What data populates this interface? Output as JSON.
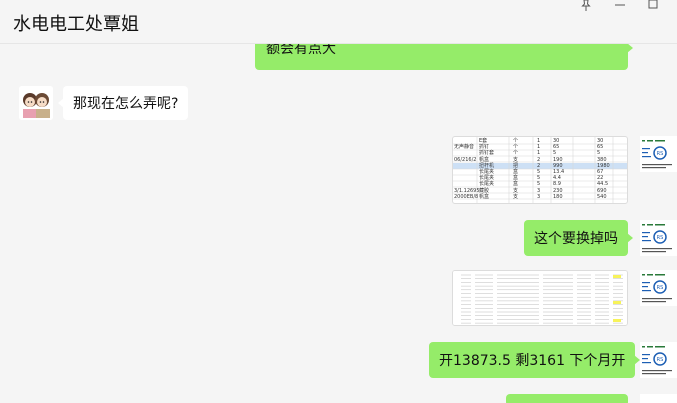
{
  "window": {
    "title": "水电电工处覃姐",
    "pin_icon": "pin-icon",
    "minimize_icon": "minimize-icon",
    "maximize_icon": "maximize-icon"
  },
  "messages": [
    {
      "id": "m1",
      "side": "out",
      "type": "text",
      "text": "额会有点大"
    },
    {
      "id": "m2",
      "side": "in",
      "type": "text",
      "text": "那现在怎么弄呢?"
    },
    {
      "id": "m3",
      "side": "out",
      "type": "image",
      "description_icon": "spreadsheet-image"
    },
    {
      "id": "m4",
      "side": "out",
      "type": "text",
      "text": "这个要换掉吗"
    },
    {
      "id": "m5",
      "side": "out",
      "type": "image",
      "description_icon": "spreadsheet-image"
    },
    {
      "id": "m6",
      "side": "out",
      "type": "text",
      "text": "开13873.5 剩3161 下个月开"
    }
  ],
  "sheet1": {
    "rows": [
      {
        "a": "",
        "b": "E套",
        "c": "个",
        "d": "1",
        "e": "30",
        "f": "30"
      },
      {
        "a": "无声静音",
        "b": "抓钉",
        "c": "个",
        "d": "1",
        "e": "65",
        "f": "65"
      },
      {
        "a": "",
        "b": "抓钉套",
        "c": "个",
        "d": "1",
        "e": "5",
        "f": "5"
      },
      {
        "a": "06/216/2",
        "b": "帆盒",
        "c": "支",
        "d": "2",
        "e": "190",
        "f": "380"
      },
      {
        "a": "",
        "b": "扭杆机",
        "c": "把",
        "d": "2",
        "e": "990",
        "f": "1980"
      },
      {
        "a": "",
        "b": "长尾夹",
        "c": "盒",
        "d": "5",
        "e": "13.4",
        "f": "67"
      },
      {
        "a": "",
        "b": "长尾夹",
        "c": "盒",
        "d": "5",
        "e": "4.4",
        "f": "22"
      },
      {
        "a": "",
        "b": "长尾夹",
        "c": "盒",
        "d": "5",
        "e": "8.9",
        "f": "44.5"
      },
      {
        "a": "3/1.12695",
        "b": "藏胶",
        "c": "支",
        "d": "3",
        "e": "230",
        "f": "690"
      },
      {
        "a": "2000EB/8",
        "b": "帆盒",
        "c": "支",
        "d": "3",
        "e": "180",
        "f": "540"
      }
    ]
  },
  "colors": {
    "bubble_out": "#95ec69",
    "bubble_in": "#ffffff",
    "background": "#f5f5f5",
    "sheet_highlight": "#cde0f5",
    "sheet_yellow": "#f7f35a"
  }
}
